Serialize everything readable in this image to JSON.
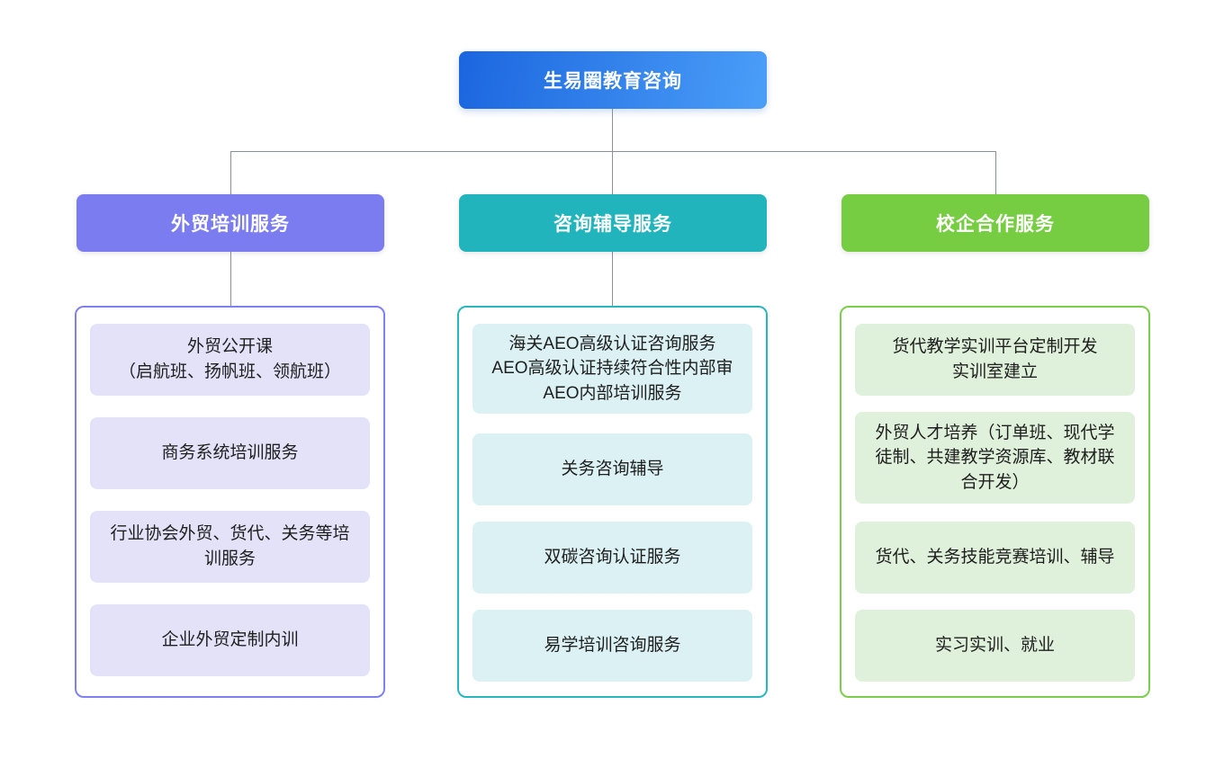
{
  "root": {
    "label": "生易圈教育咨询",
    "gradient": [
      "#1b66df",
      "#4b9ef8"
    ],
    "text_color": "#ffffff"
  },
  "connector_color": "#8a8f99",
  "branches": [
    {
      "label": "外贸培训服务",
      "header_color": "#7a7cf0",
      "border_color": "#7e81ef",
      "item_bg_color": "#e3e2f8",
      "items": [
        [
          "外贸公开课",
          "（启航班、扬帆班、领航班）"
        ],
        "商务系统培训服务",
        [
          "行业协会外贸、货代、关务等培",
          "训服务"
        ],
        "企业外贸定制内训"
      ]
    },
    {
      "label": "咨询辅导服务",
      "header_color": "#21b4bd",
      "border_color": "#29b7bf",
      "item_bg_color": "#dbf1f3",
      "items": [
        [
          "海关AEO高级认证咨询服务",
          "AEO高级认证持续符合性内部审",
          "AEO内部培训服务"
        ],
        "关务咨询辅导",
        "双碳咨询认证服务",
        "易学培训咨询服务"
      ]
    },
    {
      "label": "校企合作服务",
      "header_color": "#76cd42",
      "border_color": "#7bce4b",
      "item_bg_color": "#dff1db",
      "items": [
        [
          "货代教学实训平台定制开发",
          "实训室建立"
        ],
        [
          "外贸人才培养（订单班、现代学",
          "徒制、共建教学资源库、教材联",
          "合开发）"
        ],
        "货代、关务技能竞赛培训、辅导",
        "实习实训、就业"
      ]
    }
  ]
}
